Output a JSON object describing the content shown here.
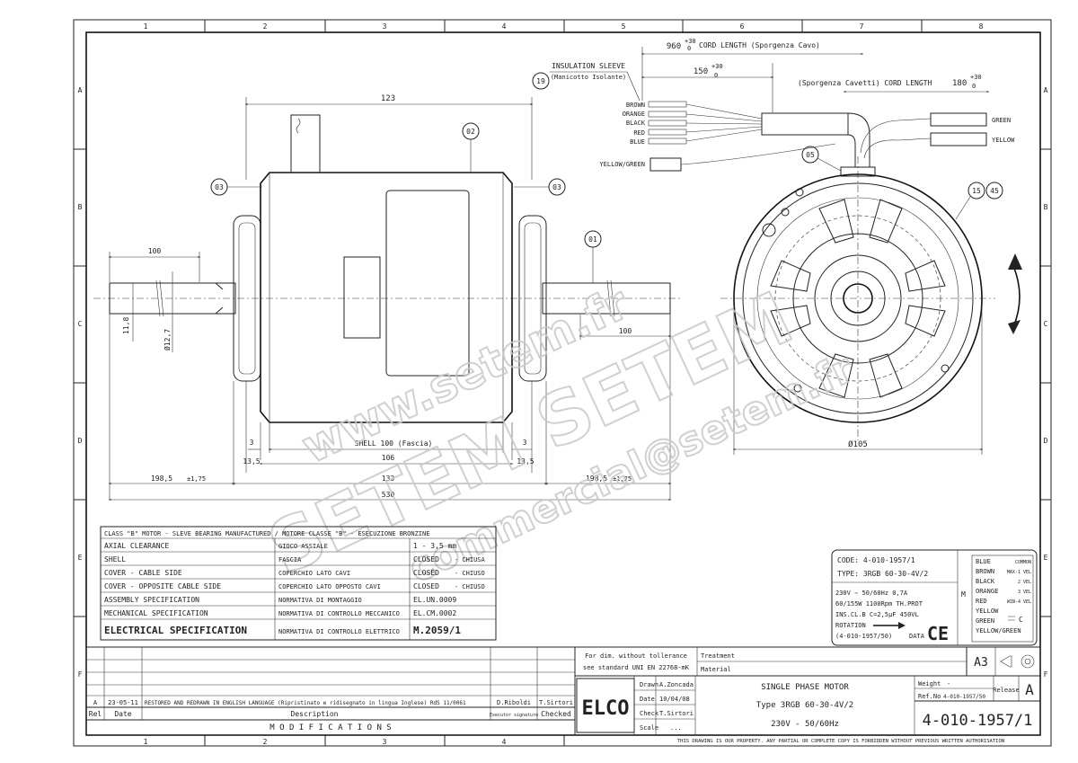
{
  "grid": {
    "cols": [
      "1",
      "2",
      "3",
      "4",
      "5",
      "6",
      "7",
      "8"
    ],
    "rows": [
      "A",
      "B",
      "C",
      "D",
      "E",
      "F"
    ]
  },
  "callouts": {
    "c19": "19",
    "c02": "02",
    "c03a": "03",
    "c03b": "03",
    "c01": "01",
    "c05": "05",
    "c15": "15",
    "c45": "45"
  },
  "labels": {
    "insulation_sleeve": "INSULATION SLEEVE",
    "manicotto": "(Manicotto Isolante)",
    "cord_960": "960",
    "tol_960_upper": "+30",
    "tol_960_lower": "0",
    "cord_length_cavo": "CORD LENGTH (Sporgenza Cavo)",
    "cord_150": "150",
    "tol_150_upper": "+30",
    "tol_150_lower": "0",
    "cavetti_cord": "(Sporgenza Cavetti) CORD LENGTH",
    "cord_180": "180",
    "tol_180_upper": "+30",
    "tol_180_lower": "0",
    "wire_brown": "BROWN",
    "wire_orange": "ORANGE",
    "wire_black": "BLACK",
    "wire_red": "RED",
    "wire_blue": "BLUE",
    "wire_yellow_green": "YELLOW/GREEN",
    "wire_green": "GREEN",
    "wire_yellow": "YELLOW"
  },
  "dims": {
    "d123": "123",
    "d100_left": "100",
    "d100_right": "100",
    "d11_8": "11,8",
    "d12_7": "Ø12,7",
    "d3_left": "3",
    "d3_right": "3",
    "shell_100": "SHELL   100     (Fascia)",
    "d106": "106",
    "d13_5_left": "13,5",
    "d13_5_right": "13,5",
    "d198_left": "198,5",
    "d198_left_tol": "±1,75",
    "d133": "133",
    "d198_right": "198,5",
    "d198_right_tol": "±1,75",
    "d530": "530",
    "d105": "Ø105"
  },
  "watermark": {
    "line1": "www.setem.fr",
    "line2": "SETEM SETEM",
    "line3": "commercial@setem.fr"
  },
  "spec_table": {
    "header": "CLASS \"B\" MOTOR - SLEVE BEARING MANUFACTURED  /  MOTORE CLASSE \"B\" - ESECUZIONE BRONZINE",
    "rows": [
      {
        "en": "AXIAL CLEARANCE",
        "it": "GIOCO ASSIALE",
        "val": "1 - 3,5 mm",
        "val_it": ""
      },
      {
        "en": "SHELL",
        "it": "FASCIA",
        "val": "CLOSED",
        "val_it": "- CHIUSA"
      },
      {
        "en": "COVER - CABLE SIDE",
        "it": "COPERCHIO LATO CAVI",
        "val": "CLOSED",
        "val_it": "- CHIUSO"
      },
      {
        "en": "COVER - OPPOSITE CABLE SIDE",
        "it": "COPERCHIO LATO OPPOSTO CAVI",
        "val": "CLOSED",
        "val_it": "- CHIUSO"
      },
      {
        "en": "ASSEMBLY SPECIFICATION",
        "it": "NORMATIVA DI MONTAGGIO",
        "val": "EL.UN.0009",
        "val_it": ""
      },
      {
        "en": "MECHANICAL SPECIFICATION",
        "it": "NORMATIVA DI CONTROLLO MECCANICO",
        "val": "EL.CM.0002",
        "val_it": ""
      },
      {
        "en": "ELECTRICAL SPECIFICATION",
        "it": "NORMATIVA DI CONTROLLO ELETTRICO",
        "val": "M.2059/1",
        "val_it": ""
      }
    ]
  },
  "code_box": {
    "code": "CODE: 4-010-1957/1",
    "type": "TYPE: 3RGB 60-30-4V/2",
    "r1": "230V ∼      50/60Hz      0,7A",
    "r2": "60/155W    1100Rpm    TH.PROT",
    "r3": "INS.CL.B      C=2,5µF     450VL",
    "rotation": "ROTATION",
    "ref": "(4-010-1957/50)",
    "data": "DATA",
    "m_label": "M",
    "wiring": [
      {
        "color": "BLUE",
        "fn": "COMMON"
      },
      {
        "color": "BROWN",
        "fn": "MAX-1 VEL"
      },
      {
        "color": "BLACK",
        "fn": "2 VEL"
      },
      {
        "color": "ORANGE",
        "fn": "3 VEL"
      },
      {
        "color": "RED",
        "fn": "WIN-4 VEL"
      },
      {
        "color": "YELLOW",
        "fn": ""
      },
      {
        "color": "GREEN",
        "fn": ""
      },
      {
        "color": "YELLOW/GREEN",
        "fn": ""
      }
    ],
    "cap": "C"
  },
  "title_block": {
    "tolerance_1": "For dim. without tollerance",
    "tolerance_2": "see standard UNI EN 22768-mK",
    "treatment": "Treatment",
    "material": "Material",
    "size": "A3",
    "drawn_label": "Drawn",
    "drawn_val": "A.Zoncada",
    "date_label": "Date",
    "date_val": "10/04/08",
    "check_label": "Check",
    "check_val": "T.Sirtori",
    "scale_label": "Scale",
    "scale_val": "...",
    "logo": "ELCO",
    "title1": "SINGLE  PHASE  MOTOR",
    "title2": "Type  3RGB 60-30-4V/2",
    "title3": "230V  -  50/60Hz",
    "weight_label": "Weight",
    "weight_val": "-",
    "refno_label": "Ref.No",
    "refno_val": "4-010-1957/50",
    "release_label": "Release",
    "release_val": "A",
    "drawing_no": "4-010-1957/1",
    "footer": "THIS DRAWING IS OUR PROPERTY. ANY PARTIAL OR COMPLETE COPY IS FORBIDDEN WITHOUT PREVIOUS WRITTEN AUTHORISATION"
  },
  "revisions": {
    "row_a": {
      "rel": "A",
      "date": "23-05-11",
      "desc": "RESTORED AND REDRAWN IN ENGLISH LANGUAGE (Ripristinato e ridisegnato in lingua Inglese) RdS 11/0061",
      "exec": "D.Riboldi",
      "checked": "T.Sirtori"
    },
    "head_rel": "Rel",
    "head_date": "Date",
    "head_desc": "Description",
    "head_exec": "Executor signature",
    "head_checked": "Checked",
    "modifications": "M O D I F I C A T I O N S"
  }
}
